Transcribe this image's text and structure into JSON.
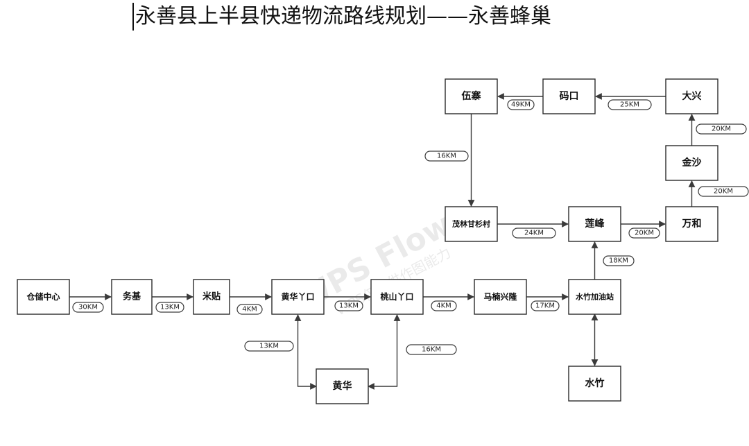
{
  "title": "永善县上半县快递物流路线规划——永善蜂巢",
  "watermark": {
    "main": "WPS Flow",
    "sub": "WPS仅提供作图能力"
  },
  "nodes": [
    {
      "id": "wuzhai",
      "label": "伍寨"
    },
    {
      "id": "makou",
      "label": "码口"
    },
    {
      "id": "daxing",
      "label": "大兴"
    },
    {
      "id": "jinsha",
      "label": "金沙"
    },
    {
      "id": "maolin",
      "label": "茂林甘杉村"
    },
    {
      "id": "lianfeng",
      "label": "莲峰"
    },
    {
      "id": "wanhe",
      "label": "万和"
    },
    {
      "id": "cangchu",
      "label": "仓储中心"
    },
    {
      "id": "wuji",
      "label": "务基"
    },
    {
      "id": "mitie",
      "label": "米贴"
    },
    {
      "id": "huanghuayakou",
      "label": "黄华丫口"
    },
    {
      "id": "taoshanyakou",
      "label": "桃山丫口"
    },
    {
      "id": "manan",
      "label": "马楠兴隆"
    },
    {
      "id": "shuizhujiayou",
      "label": "水竹加油站"
    },
    {
      "id": "huanghua",
      "label": "黄华"
    },
    {
      "id": "shuizhu",
      "label": "水竹"
    }
  ],
  "edges": [
    {
      "from": "cangchu",
      "to": "wuji",
      "distance": "30KM"
    },
    {
      "from": "wuji",
      "to": "mitie",
      "distance": "13KM"
    },
    {
      "from": "mitie",
      "to": "huanghuayakou",
      "distance": "4KM"
    },
    {
      "from": "huanghuayakou",
      "to": "taoshanyakou",
      "distance": "13KM"
    },
    {
      "from": "taoshanyakou",
      "to": "manan",
      "distance": "4KM"
    },
    {
      "from": "manan",
      "to": "shuizhujiayou",
      "distance": "17KM"
    },
    {
      "from": "shuizhujiayou",
      "to": "lianfeng",
      "distance": "18KM"
    },
    {
      "from": "lianfeng",
      "to": "wanhe",
      "distance": "20KM"
    },
    {
      "from": "wanhe",
      "to": "jinsha",
      "distance": "20KM"
    },
    {
      "from": "jinsha",
      "to": "daxing",
      "distance": "20KM"
    },
    {
      "from": "daxing",
      "to": "makou",
      "distance": "25KM"
    },
    {
      "from": "makou",
      "to": "wuzhai",
      "distance": "49KM"
    },
    {
      "from": "wuzhai",
      "to": "maolin",
      "distance": "16KM"
    },
    {
      "from": "maolin",
      "to": "lianfeng",
      "distance": "24KM"
    },
    {
      "from": "huanghua",
      "to": "huanghuayakou",
      "distance": "13KM",
      "bidirectional": true
    },
    {
      "from": "huanghua",
      "to": "taoshanyakou",
      "distance": "16KM",
      "bidirectional": true
    },
    {
      "from": "shuizhujiayou",
      "to": "shuizhu",
      "distance": "",
      "bidirectional": true
    }
  ]
}
